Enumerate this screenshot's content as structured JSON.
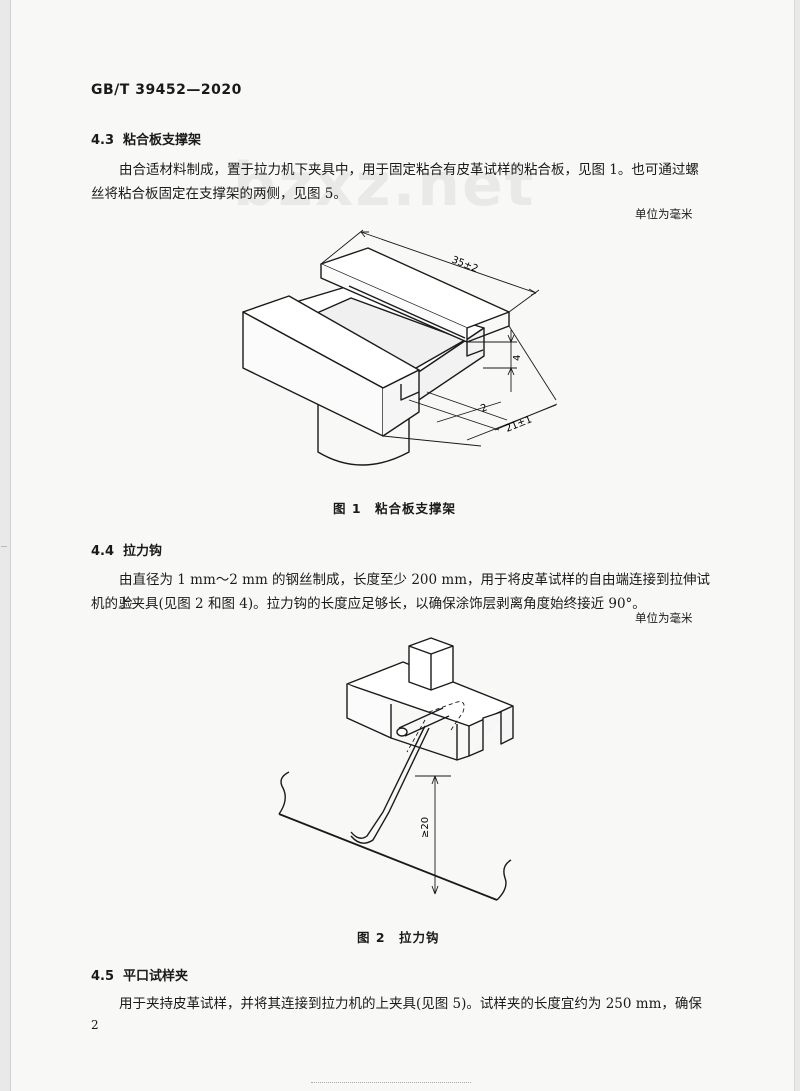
{
  "header": {
    "standard_no": "GB/T 39452—2020"
  },
  "watermark": {
    "text": "bzxz.net"
  },
  "section_4_3": {
    "number": "4.3",
    "title": "粘合板支撑架",
    "para_line1": "由合适材料制成，置于拉力机下夹具中，用于固定粘合有皮革试样的粘合板，见图 1。也可通过螺",
    "para_line2": "丝将粘合板固定在支撑架的两侧，见图 5。",
    "unit_note": "单位为毫米"
  },
  "figure_1": {
    "caption": "图 1　粘合板支撑架",
    "dim_length": "35±2",
    "dim_height": "4",
    "dim_gap": "2",
    "dim_width": "21±1"
  },
  "section_4_4": {
    "number": "4.4",
    "title": "拉力钩",
    "para_line1": "由直径为 1 mm～2 mm 的钢丝制成，长度至少 200 mm，用于将皮革试样的自由端连接到拉伸试验",
    "para_line2": "机的上夹具(见图 2 和图 4)。拉力钩的长度应足够长，以确保涂饰层剥离角度始终接近 90°。",
    "unit_note": "单位为毫米"
  },
  "figure_2": {
    "caption": "图 2　拉力钩",
    "dim_length": "≥20"
  },
  "section_4_5": {
    "number": "4.5",
    "title": "平口试样夹",
    "para_line1": "用于夹持皮革试样，并将其连接到拉力机的上夹具(见图 5)。试样夹的长度宜约为 250 mm，确保"
  },
  "footer": {
    "page_number": "2"
  }
}
